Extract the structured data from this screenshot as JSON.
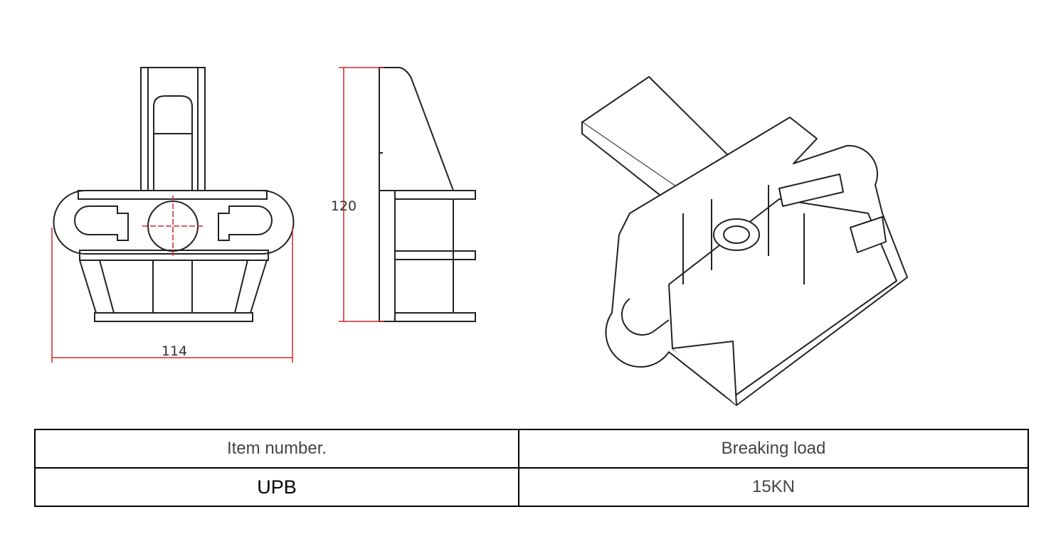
{
  "drawing": {
    "width_dimension": "114",
    "height_dimension": "120"
  },
  "spec_table": {
    "headers": [
      "Item number.",
      "Breaking load"
    ],
    "rows": [
      [
        "UPB",
        "15KN"
      ]
    ]
  },
  "colors": {
    "dimension_line": "#d4262b",
    "outline": "#222222"
  }
}
